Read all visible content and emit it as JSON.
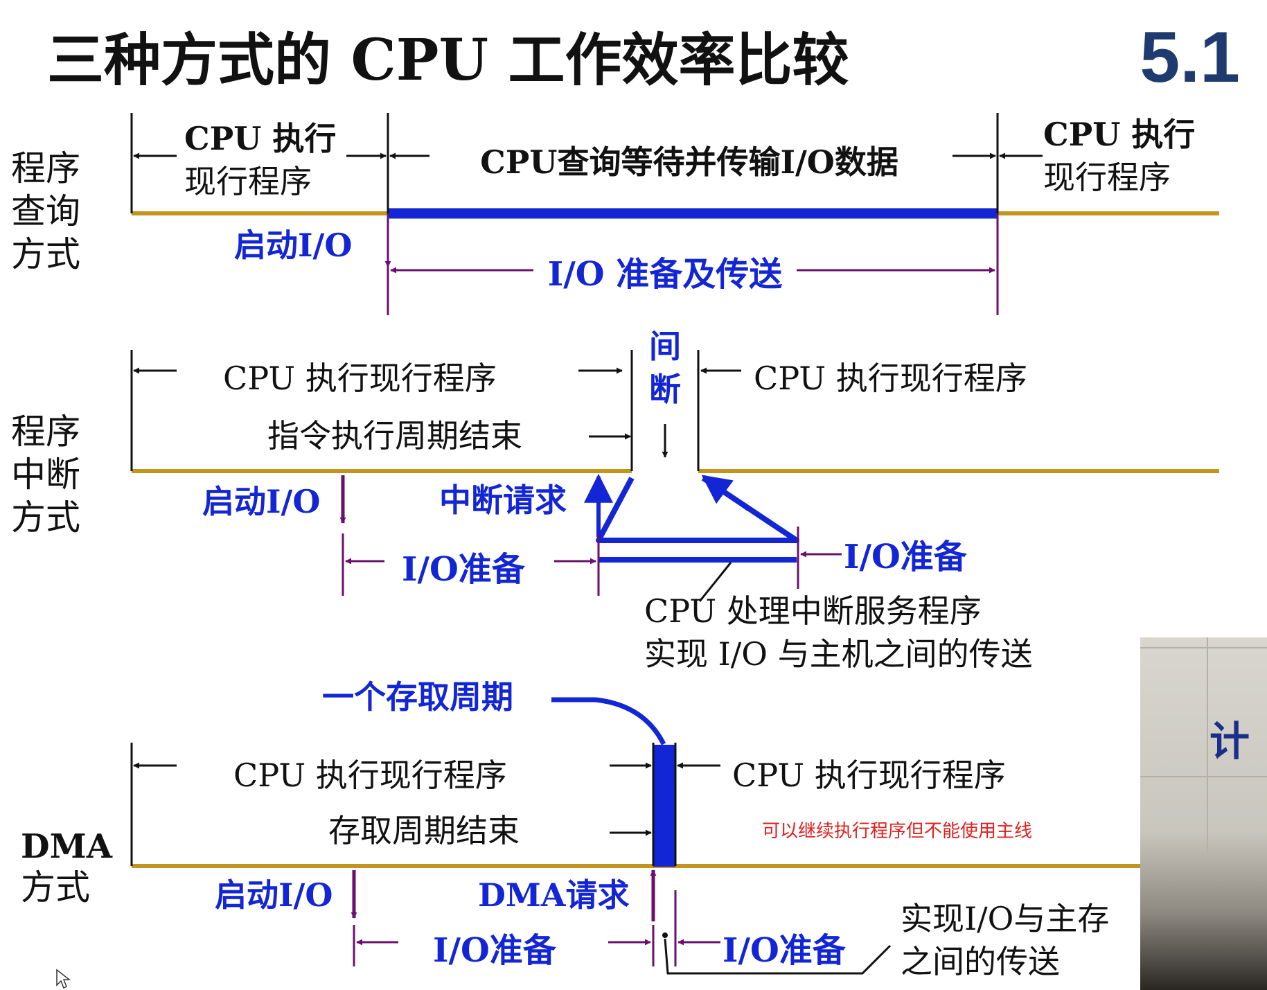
{
  "page_title": "三种方式的 CPU 工作效率比较",
  "section_number": "5.1",
  "colors": {
    "title": "#111111",
    "section_number": "#1f3a6e",
    "timeline": "#c2961e",
    "highlight": "#1326d6",
    "arrow": "#6b0f6e",
    "note": "#e0201e",
    "text": "#111111"
  },
  "polling": {
    "label": [
      "程序",
      "查询",
      "方式"
    ],
    "cpu_exec_left": [
      "CPU 执行",
      "现行程序"
    ],
    "cpu_wait": "CPU查询等待并传输I/O数据",
    "cpu_exec_right": [
      "CPU 执行",
      "现行程序"
    ],
    "start_io": "启动I/O",
    "io_prep": "I/O 准备及传送"
  },
  "interrupt": {
    "label": [
      "程序",
      "中断",
      "方式"
    ],
    "cpu_exec_left": "CPU  执行现行程序",
    "instr_end": "指令执行周期结束",
    "interrupt_vertical": [
      "间",
      "断"
    ],
    "cpu_exec_right": "CPU  执行现行程序",
    "start_io": "启动I/O",
    "int_request": "中断请求",
    "io_prep_left": "I/O准备",
    "io_prep_right": "I/O准备",
    "service": [
      "CPU 处理中断服务程序",
      "实现 I/O 与主机之间的传送"
    ]
  },
  "dma": {
    "label": [
      "DMA",
      "方式"
    ],
    "access_cycle": "一个存取周期",
    "cpu_exec_left": "CPU  执行现行程序",
    "access_end": "存取周期结束",
    "cpu_exec_right": "CPU  执行现行程序",
    "note": "可以继续执行程序但不能使用主线",
    "start_io": "启动I/O",
    "dma_request": "DMA请求",
    "io_prep_left": "I/O准备",
    "io_prep_right": "I/O准备",
    "transfer": [
      "实现I/O与主存",
      "之间的传送"
    ]
  },
  "webcam": {
    "sign_text": "计"
  }
}
